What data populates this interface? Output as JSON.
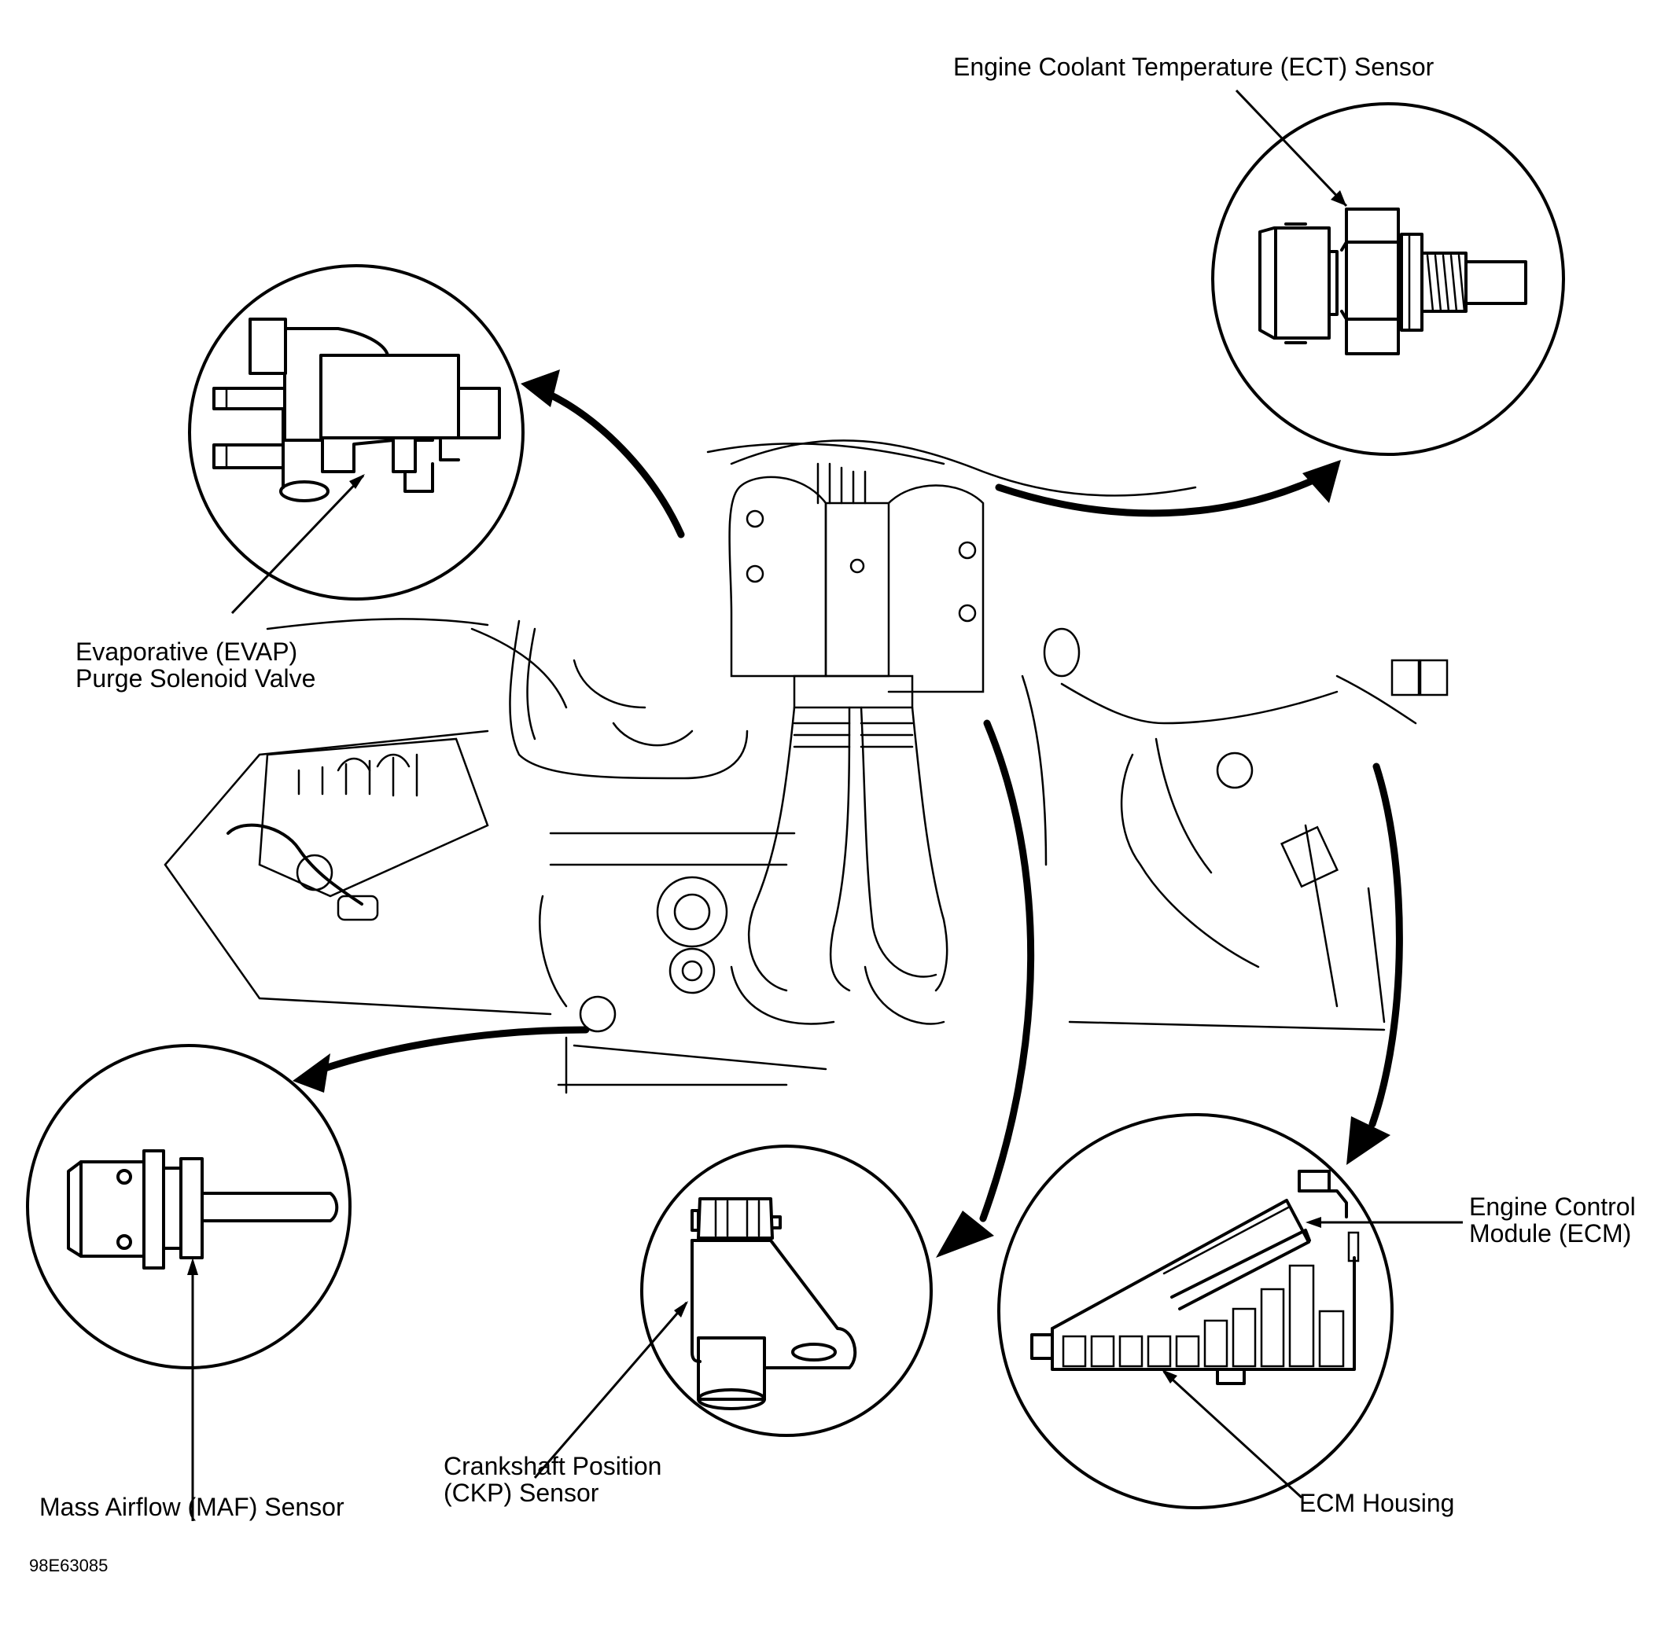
{
  "figure_id": "98E63085",
  "labels": {
    "ect": "Engine Coolant Temperature (ECT) Sensor",
    "evap_line1": "Evaporative (EVAP)",
    "evap_line2": "Purge Solenoid Valve",
    "ecm_line1": "Engine Control",
    "ecm_line2": "Module (ECM)",
    "ckp_line1": "Crankshaft Position",
    "ckp_line2": "(CKP) Sensor",
    "maf": "Mass Airflow (MAF) Sensor",
    "ecm_housing": "ECM Housing"
  },
  "components": [
    {
      "id": "ect",
      "name": "Engine Coolant Temperature (ECT) Sensor",
      "icon": "ect-sensor-icon"
    },
    {
      "id": "evap",
      "name": "Evaporative (EVAP) Purge Solenoid Valve",
      "icon": "evap-valve-icon"
    },
    {
      "id": "maf",
      "name": "Mass Airflow (MAF) Sensor",
      "icon": "maf-sensor-icon"
    },
    {
      "id": "ckp",
      "name": "Crankshaft Position (CKP) Sensor",
      "icon": "ckp-sensor-icon"
    },
    {
      "id": "ecm",
      "name": "Engine Control Module (ECM)",
      "icon": "ecm-module-icon"
    },
    {
      "id": "ecm_housing",
      "name": "ECM Housing",
      "icon": "ecm-housing-icon"
    }
  ],
  "colors": {
    "line": "#000000",
    "background": "#ffffff"
  }
}
